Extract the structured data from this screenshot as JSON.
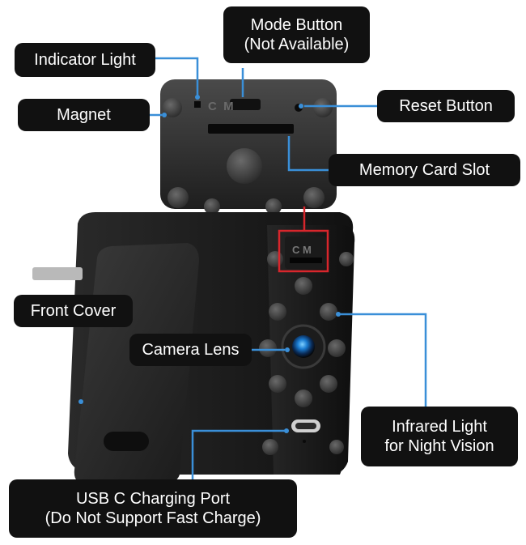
{
  "labels": {
    "mode_button": {
      "line1": "Mode Button",
      "line2": "(Not Available)"
    },
    "indicator_light": "Indicator Light",
    "magnet": "Magnet",
    "reset_button": "Reset Button",
    "memory_card_slot": "Memory Card Slot",
    "front_cover": "Front Cover",
    "camera_lens": "Camera Lens",
    "infrared_light": {
      "line1": "Infrared Light",
      "line2": "for Night Vision"
    },
    "usb_port": {
      "line1": "USB C Charging Port",
      "line2": "(Do Not Support Fast Charge)"
    }
  },
  "device_markings": {
    "top_panel": "C  M",
    "side_panel": "C M"
  },
  "colors": {
    "label_bg": "#111111",
    "label_text": "#ffffff",
    "leader_line": "#3a8fd8",
    "highlight_box": "#d8262c"
  }
}
